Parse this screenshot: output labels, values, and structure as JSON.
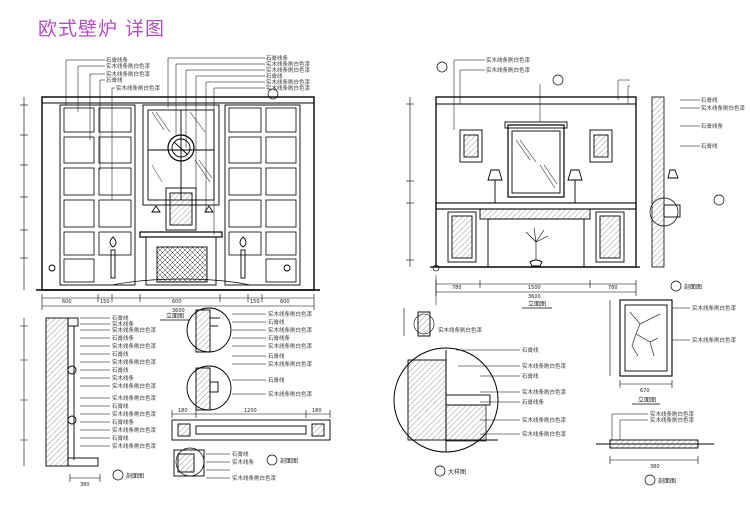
{
  "title": "欧式壁炉 详图",
  "views": {
    "front_elevation": {
      "label": "立面图"
    },
    "side_elevation": {
      "label": "立面图"
    },
    "left_section": {
      "label": "剖面图"
    },
    "plan_section": {
      "label": "剖面图"
    },
    "detail_section": {
      "label": "大样图"
    },
    "frame_elevation": {
      "label": "立面图"
    },
    "base_section": {
      "label": "剖面图"
    }
  },
  "dimensions": {
    "front_bottom": [
      "600",
      "150",
      "600",
      "150",
      "600"
    ],
    "front_total": "3600",
    "side_bottom": [
      "780",
      "1500",
      "780"
    ],
    "side_total": "3600",
    "plan_top": [
      "180",
      "1200",
      "180"
    ],
    "plan_left": "380",
    "frame_width": "670",
    "base_width": "380"
  },
  "callout_texts": {
    "front_left": [
      "石膏线条",
      "实木线条刷白色漆",
      "实木线条刷白色漆",
      "石膏线",
      "实木线条刷白色漆"
    ],
    "front_right": [
      "石膏线条",
      "实木线条刷白色漆",
      "实木线条刷白色漆",
      "石膏线",
      "实木线条刷白色漆",
      "实木线条刷白色漆"
    ],
    "side_top": [
      "实木线条刷白色漆",
      "实木线条刷白色漆"
    ],
    "side_right": [
      "石膏线",
      "实木线条刷白色漆",
      "石膏线条",
      "石膏线"
    ],
    "left_section": [
      "石膏线",
      "实木线条",
      "实木线条刷白色漆",
      "石膏线条",
      "实木线条刷白色漆",
      "石膏线",
      "实木线条刷白色漆",
      "石膏线",
      "实木线条",
      "实木线条刷白色漆"
    ],
    "left_section_lower": [
      "实木线条刷白色漆",
      "石膏线",
      "实木线条刷白色漆",
      "石膏线条",
      "实木线条刷白色漆",
      "石膏线",
      "实木线条刷白色漆"
    ],
    "mid_right": [
      "实木线条刷白色漆",
      "石膏线",
      "实木线条刷白色漆",
      "石膏线条",
      "实木线条刷白色漆",
      "石膏线",
      "实木线条刷白色漆",
      "石膏线",
      "实木线条刷白色漆"
    ],
    "detail_right": [
      "石膏线",
      "实木线条刷白色漆",
      "石膏线",
      "实木线条刷白色漆",
      "石膏线条",
      "实木线条刷白色漆",
      "实木线条刷白色漆"
    ],
    "frame_right": [
      "实木线条刷白色漆",
      "实木线条刷白色漆"
    ],
    "base_top": [
      "实木线条刷白色漆",
      "实木线条刷白色漆"
    ],
    "plan_bottom": [
      "石膏线",
      "实木线条",
      "实木线条刷白色漆"
    ]
  }
}
